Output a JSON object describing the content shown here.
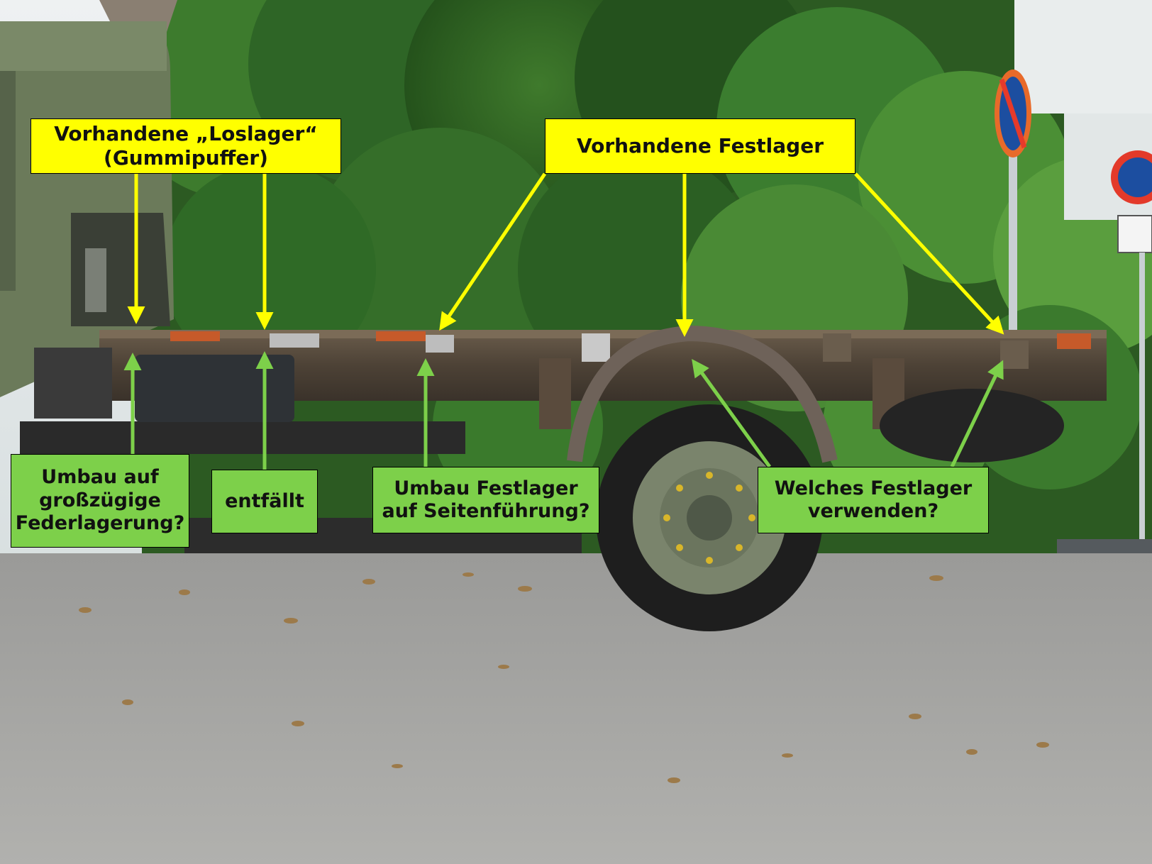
{
  "annotations": {
    "top_left": "Vorhandene „Loslager“\n(Gummipuffer)",
    "top_right": "Vorhandene Festlager",
    "bottom_1": "Umbau auf\ngroßzügige\nFederlagerung?",
    "bottom_2": "entfällt",
    "bottom_3": "Umbau Festlager\nauf Seitenführung?",
    "bottom_4": "Welches Festlager\nverwenden?"
  },
  "colors": {
    "yellow_label": "#ffff00",
    "green_label": "#7dd04a",
    "yellow_arrow": "#ffff00",
    "green_arrow": "#7dd04a"
  }
}
